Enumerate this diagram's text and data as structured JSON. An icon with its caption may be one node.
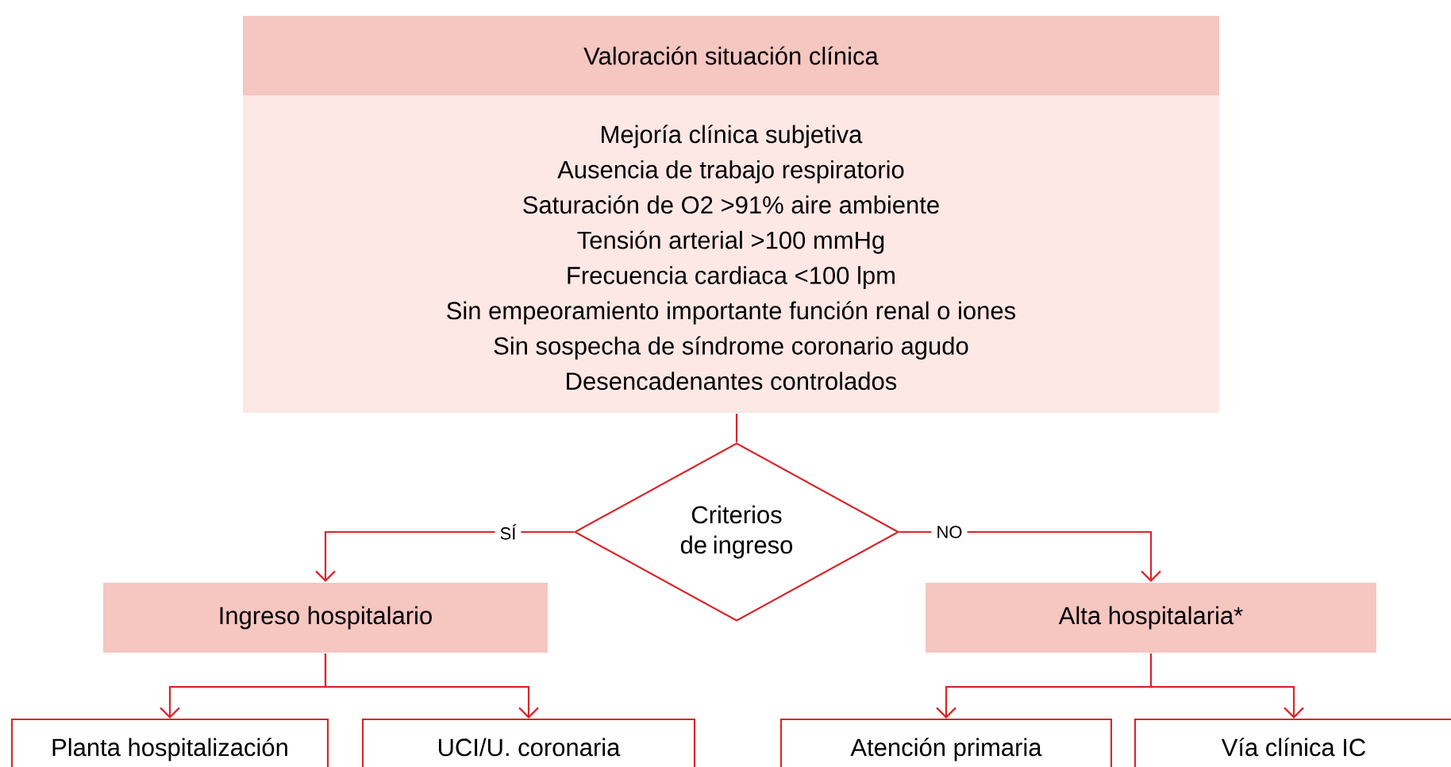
{
  "diagram": {
    "nodes": [
      {
        "text": [
          "Valoración situación clínica",
          "Mejoría clínica subjetiva",
          "Ausencia de trabajo respiratorio",
          "Saturación de O2 >91% aire ambiente",
          "Tensión arterial >100 mmHg",
          "Frecuencia cardiaca <100 lpm",
          "Sin empeoramiento importante función renal o iones",
          "Sin sospecha de síndrome coronario agudo",
          "Desencadenantes controlados"
        ]
      },
      {
        "text": [
          "Criterios de ingreso"
        ]
      },
      {
        "text": [
          "Ingreso hospitalario"
        ]
      },
      {
        "text": [
          "Alta hospitalaria*"
        ]
      },
      {
        "text": [
          "Planta hospitalización"
        ]
      },
      {
        "text": [
          "UCI/U. coronaria"
        ]
      },
      {
        "text": [
          "Atención primaria"
        ]
      },
      {
        "text": [
          "Vía clínica IC"
        ]
      }
    ],
    "edges": [
      {
        "from": 0,
        "to": 1,
        "arrow": "none"
      },
      {
        "from": 1,
        "to": 2,
        "arrow": "to",
        "label": "SÍ"
      },
      {
        "from": 1,
        "to": 3,
        "arrow": "to",
        "label": "NO"
      },
      {
        "from": 2,
        "to": 4,
        "arrow": "to"
      },
      {
        "from": 2,
        "to": 5,
        "arrow": "to"
      },
      {
        "from": 3,
        "to": 6,
        "arrow": "to"
      },
      {
        "from": 3,
        "to": 7,
        "arrow": "to"
      }
    ]
  }
}
